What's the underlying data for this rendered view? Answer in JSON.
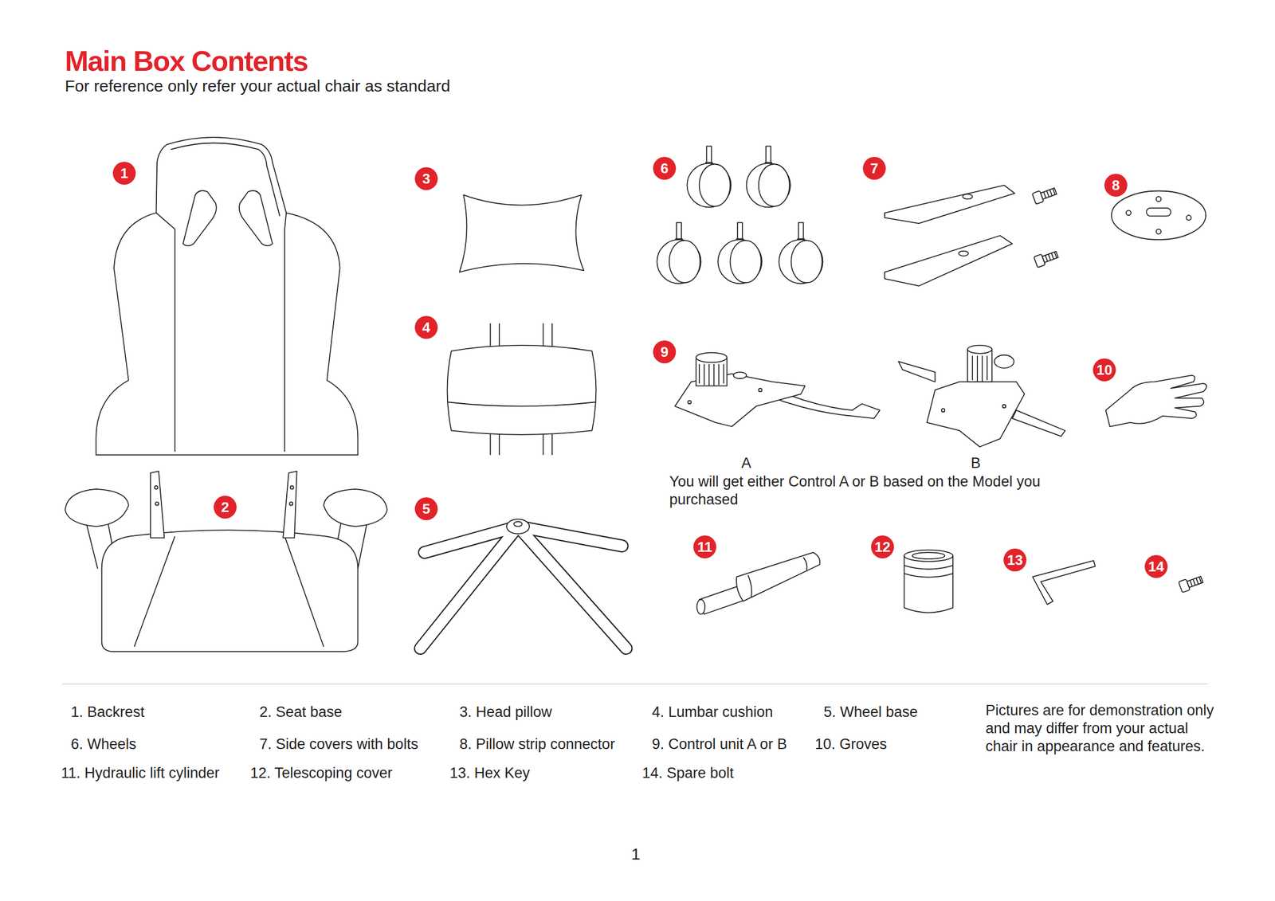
{
  "diagram": {
    "title": "Main Box Contents",
    "nodes": [
      {
        "text": [
          "1"
        ]
      },
      {
        "text": [
          "2"
        ]
      },
      {
        "text": [
          "3"
        ]
      },
      {
        "text": [
          "4"
        ]
      },
      {
        "text": [
          "5"
        ]
      },
      {
        "text": [
          "6"
        ]
      },
      {
        "text": [
          "7"
        ]
      },
      {
        "text": [
          "8"
        ]
      },
      {
        "text": [
          "9"
        ]
      },
      {
        "text": [
          "10"
        ]
      },
      {
        "text": [
          "11"
        ]
      },
      {
        "text": [
          "12"
        ]
      },
      {
        "text": [
          "13"
        ]
      },
      {
        "text": [
          "14"
        ]
      }
    ],
    "labels": [
      "For reference only refer your actual chair as standard",
      "A",
      "B",
      "You will get either Control A or B based on the Model you purchased",
      "1. Backrest",
      "2. Seat base",
      "3. Head pillow",
      "4. Lumbar cushion",
      "5. Wheel base",
      "6. Wheels",
      "7. Side covers with bolts",
      "8. Pillow strip connector",
      "9. Control unit A or B",
      "10. Groves",
      "11. Hydraulic lift cylinder",
      "12. Telescoping cover",
      "13. Hex Key",
      "14. Spare bolt",
      "Pictures are for demonstration only and may differ from your actual chair in appearance and features.",
      "1"
    ]
  }
}
